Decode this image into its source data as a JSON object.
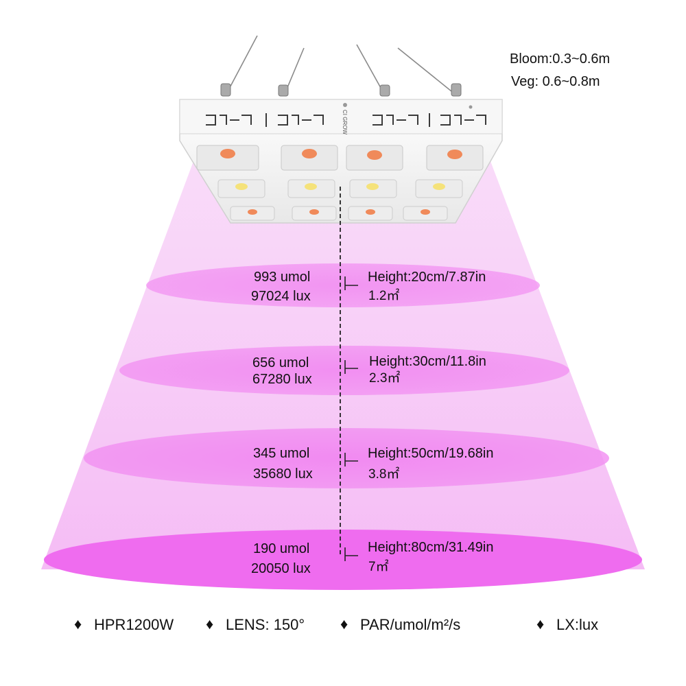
{
  "distance": {
    "bloom": "Bloom:0.3~0.6m",
    "veg": "Veg: 0.6~0.8m"
  },
  "brand_text": "CI GROW",
  "levels": [
    {
      "umol": "993 umol",
      "lux": "97024 lux",
      "height": "Height:20cm/7.87in",
      "area": "1.2㎡"
    },
    {
      "umol": "656 umol",
      "lux": "67280 lux",
      "height": "Height:30cm/11.8in",
      "area": "2.3㎡"
    },
    {
      "umol": "345 umol",
      "lux": "35680 lux",
      "height": "Height:50cm/19.68in",
      "area": "3.8㎡"
    },
    {
      "umol": "190 umol",
      "lux": "20050 lux",
      "height": "Height:80cm/31.49in",
      "area": "7㎡"
    }
  ],
  "legend": [
    {
      "bullet": "♦",
      "text": "HPR1200W"
    },
    {
      "bullet": "♦",
      "text": "LENS: 150°"
    },
    {
      "bullet": "♦",
      "text": "PAR/umol/m²/s"
    },
    {
      "bullet": "♦",
      "text": "LX:lux"
    }
  ],
  "colors": {
    "light_cone": "#f3b6f3",
    "ellipse": "#f07ef0",
    "panel": "#f7f7f7",
    "cob_warm": "#f08a5a",
    "cob_yellow": "#f5e27a",
    "text": "#111111"
  }
}
